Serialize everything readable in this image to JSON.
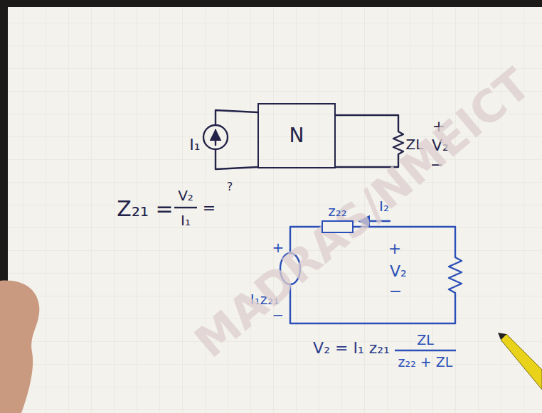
{
  "diagram": {
    "nodes": [
      {
        "text": [
          "N"
        ]
      },
      {
        "text": [
          "z₂₂"
        ]
      }
    ],
    "labels": [
      "I₁",
      "ZL",
      "+",
      "V₂",
      "−",
      "Z₂₁ =",
      "V₂",
      "I₁",
      "=",
      "?",
      "I₂",
      "+",
      "V₂",
      "−",
      "+",
      "I₁z₂₁",
      "−",
      "V₂ = I₁ z₂₁",
      "ZL",
      "z₂₂ + ZL",
      "MADRAS/NMEICT"
    ]
  }
}
